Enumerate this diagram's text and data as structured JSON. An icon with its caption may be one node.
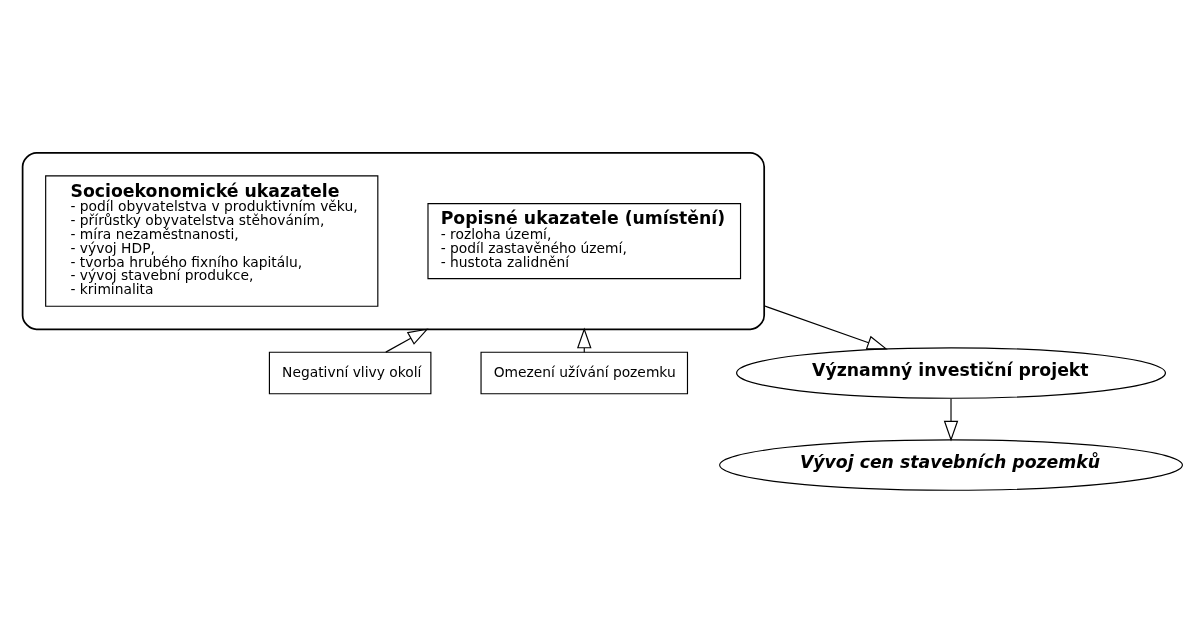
{
  "diagram": {
    "nodes": [
      {
        "text": [],
        "shape": "box"
      },
      {
        "text": [
          "Popisné ukazatele (umístění)",
          "- rozloha území,",
          "- podíl zastavěného území,",
          "- hustota zalidnění"
        ],
        "in": 0
      },
      {
        "text": [
          "Socioekonomické ukazatele",
          "- podíl obyvatelstva v produktivním věku,",
          "- přírůstky obyvatelstva stěhováním,",
          "- míra nezaměstnanosti,",
          "- vývoj HDP,",
          "- tvorba hrubého fixního kapitálu,",
          "- vývoj stavební produkce,",
          "- kriminalita"
        ],
        "in": 0
      },
      {
        "text": [
          "Negativní vlivy okolí"
        ]
      },
      {
        "text": [
          "Omezení užívání pozemku"
        ]
      },
      {
        "text": [
          "Významný investiční projekt"
        ]
      },
      {
        "text": [
          "Vývoj cen stavebních pozemků"
        ]
      }
    ],
    "edges": [
      {
        "from": 3,
        "to": 0,
        "arrow": "to"
      },
      {
        "from": 4,
        "to": 0,
        "arrow": "to"
      },
      {
        "from": 0,
        "to": 5,
        "arrow": "to"
      },
      {
        "from": 5,
        "to": 6,
        "arrow": "to"
      }
    ]
  }
}
